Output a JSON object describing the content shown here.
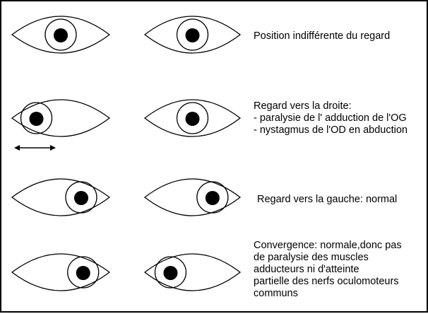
{
  "rows": [
    {
      "id": "neutral",
      "caption_lines": [
        "Position indifférente du regard"
      ],
      "left_eye_pupil_x": 0.5,
      "right_eye_pupil_x": 0.5
    },
    {
      "id": "right-gaze",
      "caption_lines": [
        "Regard vers la droite:",
        "- paralysie de l'  adduction de l'OG",
        "- nystagmus de l'OD en abduction"
      ],
      "left_eye_pupil_x": 0.25,
      "right_eye_pupil_x": 0.5,
      "nystagmus_arrow": true
    },
    {
      "id": "left-gaze",
      "caption_lines": [
        "Regard vers la gauche: normal"
      ],
      "left_eye_pupil_x": 0.71,
      "right_eye_pupil_x": 0.71
    },
    {
      "id": "convergence",
      "caption_lines": [
        "Convergence: normale,donc pas",
        "de paralysie des muscles",
        "adducteurs ni d'atteinte",
        "partielle des nerfs oculomoteurs",
        "communs"
      ],
      "left_eye_pupil_x": 0.73,
      "right_eye_pupil_x": 0.27
    }
  ],
  "colors": {
    "stroke": "#000000",
    "pupil": "#000000",
    "background": "#ffffff"
  }
}
